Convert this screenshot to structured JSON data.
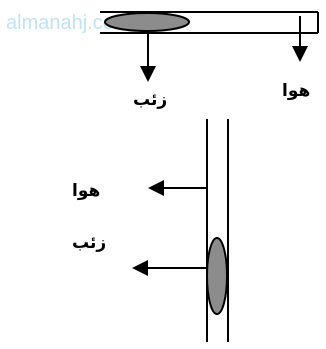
{
  "watermark": {
    "text": "almanahj.com/kw",
    "color": "#bfe3f1"
  },
  "diagram": {
    "top_setup": {
      "label_air": "هوا",
      "label_mercury": "زئب"
    },
    "vertical_setup": {
      "label_air": "هوا",
      "label_mercury": "زئب"
    },
    "colors": {
      "line": "#000000",
      "mercury_fill": "#8c8c8c"
    }
  }
}
